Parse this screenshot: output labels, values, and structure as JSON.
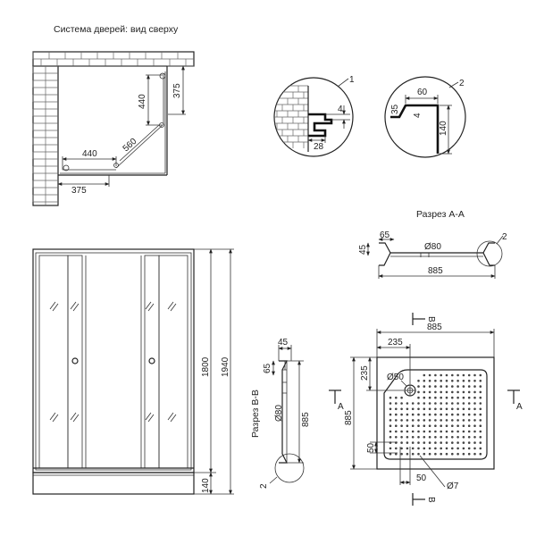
{
  "top_view": {
    "title": "Система дверей: вид сверху",
    "dim_440_vertical": "440",
    "dim_375_vertical": "375",
    "dim_440_horizontal": "440",
    "dim_560_diagonal": "560",
    "dim_375_horizontal": "375"
  },
  "detail1": {
    "callout": "1",
    "dim_4": "4",
    "dim_28": "28"
  },
  "detail2": {
    "callout": "2",
    "dim_60": "60",
    "dim_35": "35",
    "dim_4": "4",
    "dim_140": "140"
  },
  "section_aa": {
    "title": "Разрез A-A",
    "dim_65": "65",
    "dim_45": "45",
    "dim_80": "Ø80",
    "dim_885": "885",
    "callout": "2"
  },
  "front_view": {
    "dim_1800": "1800",
    "dim_1940": "1940",
    "dim_140": "140"
  },
  "section_bb": {
    "title": "Разрез B-B",
    "dim_45": "45",
    "dim_65": "65",
    "dim_80": "Ø80",
    "dim_885": "885",
    "callout": "2"
  },
  "tray_plan": {
    "dim_885_top": "885",
    "dim_235_horizontal": "235",
    "dim_235_vertical": "235",
    "dim_50_drain": "Ø50",
    "dim_885_left": "885",
    "dim_50_vertical": "50",
    "dim_50_horizontal": "50",
    "dim_7": "Ø7",
    "section_a_left": "A",
    "section_a_right": "A",
    "section_b_top": "B",
    "section_b_bottom": "B"
  }
}
